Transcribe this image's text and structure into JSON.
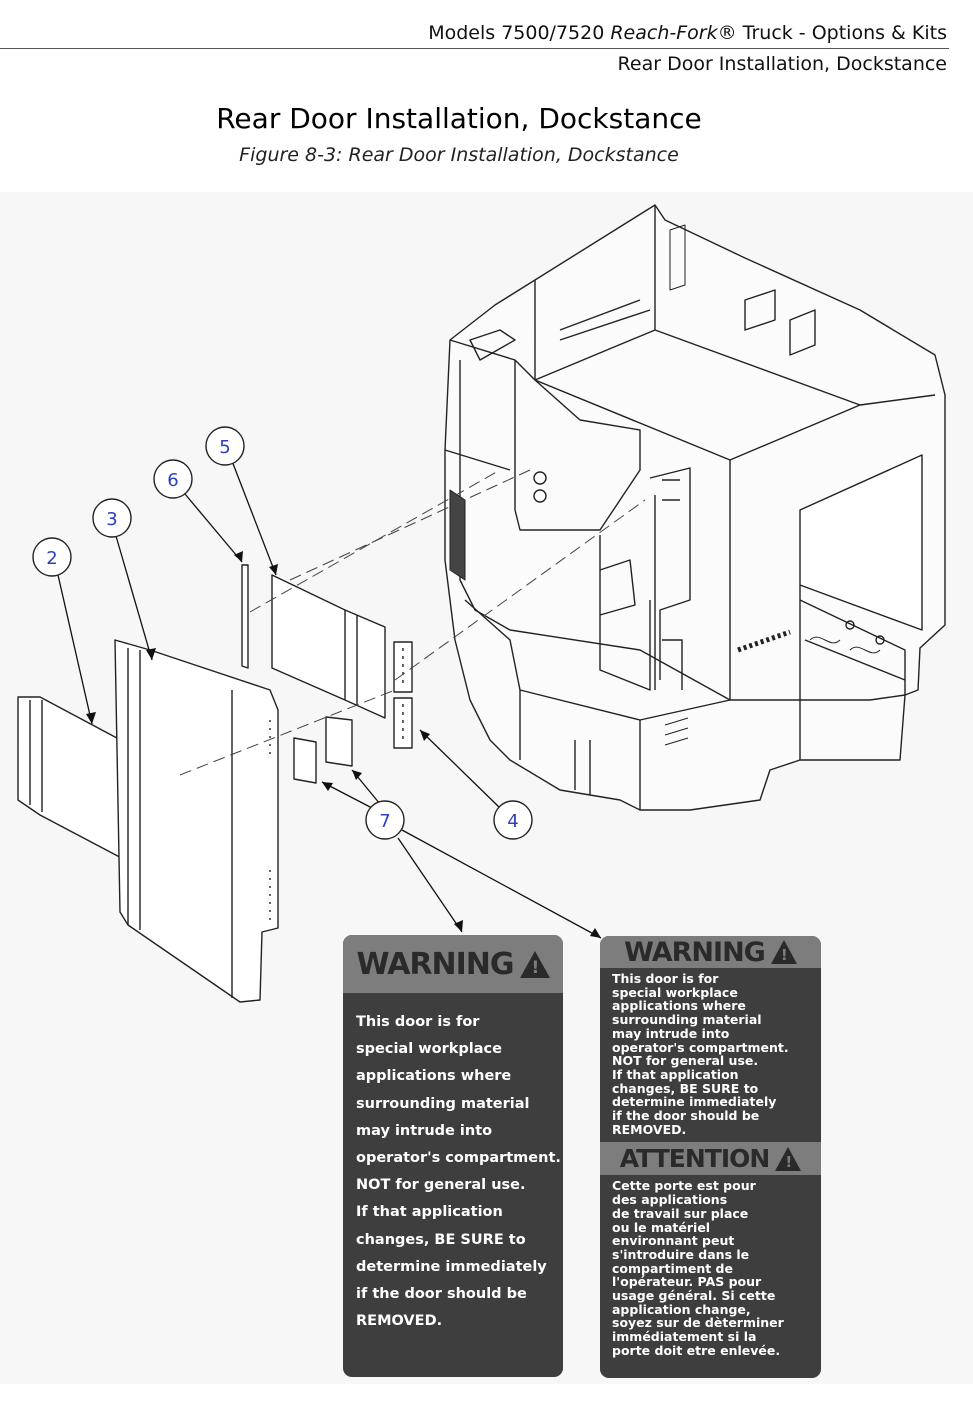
{
  "header": {
    "models_prefix": "Models 7500/7520 ",
    "brand": "Reach-Fork",
    "models_suffix": "® Truck - Options & Kits",
    "section": "Rear Door Installation, Dockstance"
  },
  "page_title": "Rear Door Installation, Dockstance",
  "figure_caption": "Figure 8-3: Rear Door Installation, Dockstance",
  "callouts": [
    "2",
    "3",
    "6",
    "5",
    "4",
    "7"
  ],
  "warning_label_en": {
    "heading": "WARNING",
    "lines": [
      "This door is for",
      "special workplace",
      "applications where",
      "surrounding material",
      "may intrude into",
      "operator's compartment.",
      "NOT for general use.",
      "If that application",
      "changes, BE SURE to",
      "determine immediately",
      "if the door should be",
      "REMOVED."
    ]
  },
  "warning_label_bilingual": {
    "heading": "WARNING",
    "lines": [
      "This door is for",
      "special workplace",
      "applications where",
      "surrounding material",
      "may intrude into",
      "operator's compartment.",
      "NOT for general use.",
      "If that application",
      "changes, BE SURE to",
      "determine immediately",
      "if the door should be",
      "REMOVED."
    ],
    "heading_fr": "ATTENTION",
    "lines_fr": [
      "Cette porte est pour",
      "des applications",
      "de travail sur place",
      "ou le matériel",
      "environnant peut",
      "s'introduire dans le",
      "compartiment de",
      "l'opérateur. PAS pour",
      "usage général. Si cette",
      "application change,",
      "soyez sur de dèterminer",
      "immédiatement si la",
      "porte doit etre enlevée."
    ]
  }
}
